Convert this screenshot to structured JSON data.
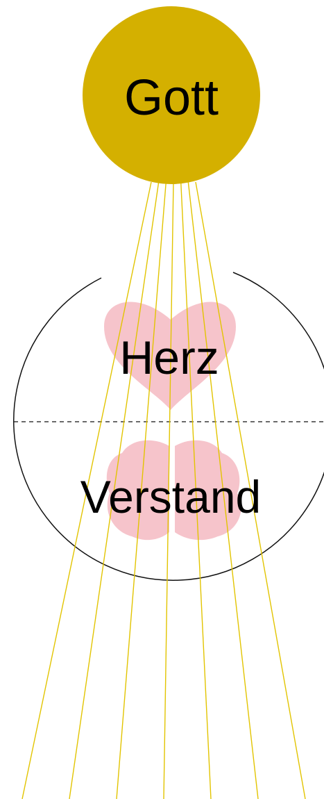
{
  "nodes": {
    "god": {
      "label": "Gott"
    },
    "heart": {
      "label": "Herz"
    },
    "mind": {
      "label": "Verstand"
    }
  },
  "colors": {
    "god_fill": "#d4b000",
    "rays": "#e2c400",
    "heart_fill": "#f6c4cb",
    "brain_fill": "#f6c4cb",
    "outline": "#111111",
    "divider": "#111111"
  },
  "rays": {
    "count": 7
  }
}
